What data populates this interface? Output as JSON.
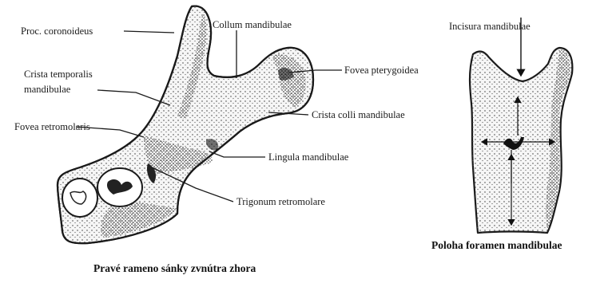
{
  "labels": {
    "proc_coronoideus": "Proc. coronoideus",
    "collum_mandibulae": "Collum  mandibulae",
    "crista_temporalis_1": "Crista temporalis",
    "crista_temporalis_2": "mandibulae",
    "fovea_pterygoidea": "Fovea pterygoidea",
    "crista_colli": "Crista colli  mandibulae",
    "fovea_retromolaris": "Fovea retromolaris",
    "lingula_mandibulae": "Lingula mandibulae",
    "trigonum_retromolare": "Trigonum  retromolare",
    "incisura_mandibulae": "Incisura mandibulae"
  },
  "captions": {
    "left": "Pravé rameno sánky zvnútra zhora",
    "right": "Poloha foramen mandibulae"
  }
}
